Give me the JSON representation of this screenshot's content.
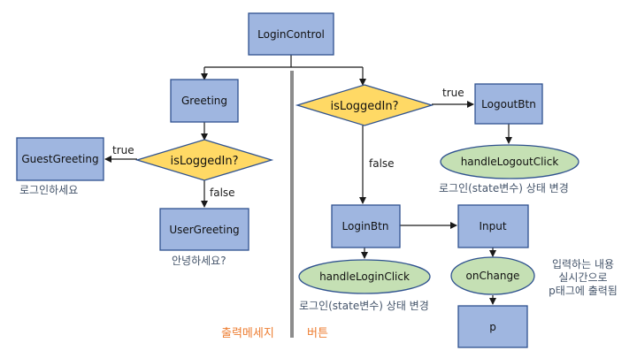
{
  "nodes": {
    "login_control": "LoginControl",
    "greeting": "Greeting",
    "is_logged_in_left": "isLoggedIn?",
    "guest_greeting": "GuestGreeting",
    "user_greeting": "UserGreeting",
    "is_logged_in_right": "isLoggedIn?",
    "logout_btn": "LogoutBtn",
    "handle_logout_click": "handleLogoutClick",
    "login_btn": "LoginBtn",
    "handle_login_click": "handleLoginClick",
    "input": "Input",
    "on_change": "onChange",
    "p": "p"
  },
  "edge_labels": {
    "true_left": "true",
    "false_left": "false",
    "true_right": "true",
    "false_right": "false"
  },
  "notes": {
    "guest": "로그인하세요",
    "user": "안녕하세요?",
    "logout_state": "로그인(state변수) 상태 변경",
    "login_state": "로그인(state변수) 상태 변경",
    "input_desc": [
      "입력하는 내용",
      "실시간으로",
      "p태그에 출력됨"
    ]
  },
  "sections": {
    "output_message": "출력메세지",
    "button": "버튼"
  },
  "colors": {
    "box_fill": "#9fb6e0",
    "diamond_fill": "#ffd965",
    "ellipse_fill": "#c5e0b4",
    "section_label": "#ed7d31",
    "divider": "#8c8c8c"
  }
}
